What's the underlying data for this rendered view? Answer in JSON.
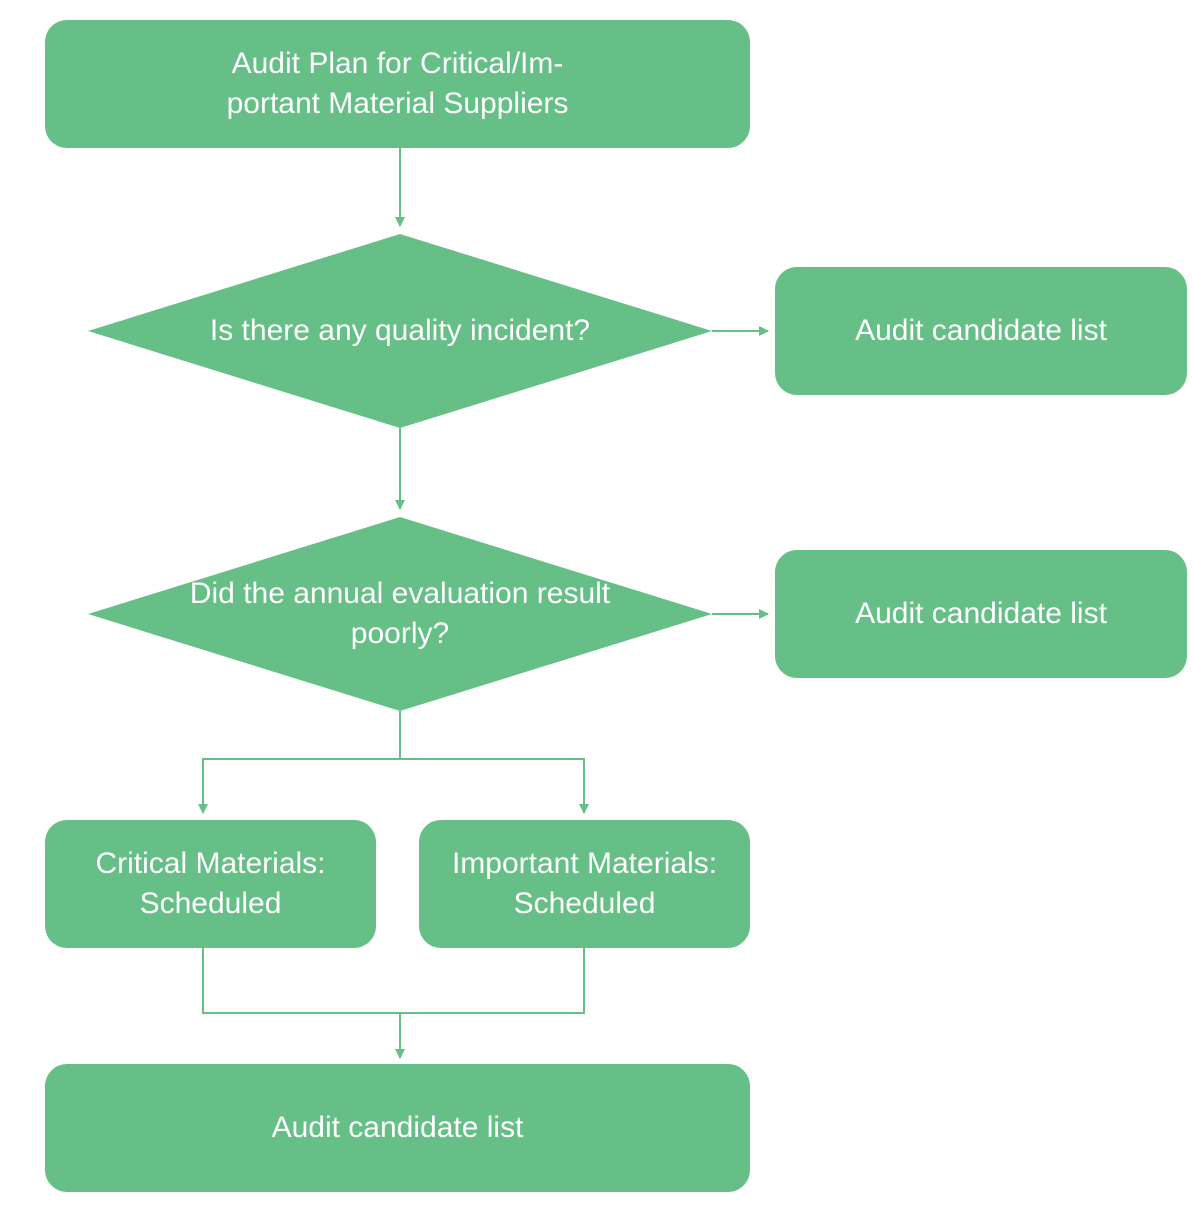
{
  "diagram": {
    "colors": {
      "fill": "#66bf87",
      "connector": "#66bf87",
      "text": "#ffffff"
    },
    "start": {
      "line1": "Audit Plan for Critical/Im-",
      "line2": "portant Material Suppliers"
    },
    "decision1": {
      "label": "Is there any quality incident?"
    },
    "candidate1": {
      "label": "Audit candidate list"
    },
    "decision2": {
      "line1": "Did the annual evaluation",
      "line2": "result poorly?"
    },
    "candidate2": {
      "label": "Audit candidate list"
    },
    "critical": {
      "line1": "Critical Materials:",
      "line2": "Scheduled"
    },
    "important": {
      "line1": "Important Materials:",
      "line2": "Scheduled"
    },
    "final": {
      "label": "Audit candidate list"
    }
  }
}
